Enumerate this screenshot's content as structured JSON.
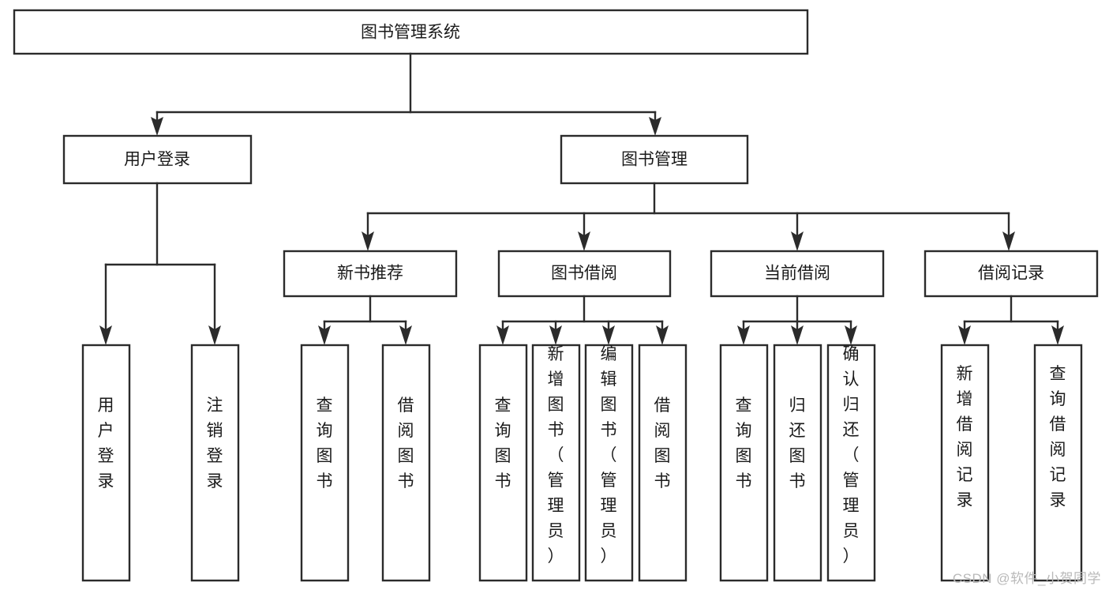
{
  "diagram": {
    "type": "tree",
    "title": "图书管理系统",
    "watermark": "CSDN @软件_小贺同学",
    "colors": {
      "stroke": "#2b2b2b",
      "fill": "#ffffff",
      "text": "#1a1a1a",
      "watermark": "#b9b9b9"
    },
    "root": {
      "label": "图书管理系统"
    },
    "level2": [
      {
        "label": "用户登录"
      },
      {
        "label": "图书管理"
      }
    ],
    "level3": [
      {
        "label": "新书推荐"
      },
      {
        "label": "图书借阅"
      },
      {
        "label": "当前借阅"
      },
      {
        "label": "借阅记录"
      }
    ],
    "leaves": {
      "user_login": [
        {
          "label": "用户登录"
        },
        {
          "label": "注销登录"
        }
      ],
      "new_book": [
        {
          "label": "查询图书"
        },
        {
          "label": "借阅图书"
        }
      ],
      "borrow_book": [
        {
          "label": "查询图书"
        },
        {
          "label": "新增图书（管理员）"
        },
        {
          "label": "编辑图书（管理员）"
        },
        {
          "label": "借阅图书"
        }
      ],
      "current_borrow": [
        {
          "label": "查询图书"
        },
        {
          "label": "归还图书"
        },
        {
          "label": "确认归还（管理员）"
        }
      ],
      "borrow_record": [
        {
          "label": "新增借阅记录"
        },
        {
          "label": "查询借阅记录"
        }
      ]
    }
  }
}
